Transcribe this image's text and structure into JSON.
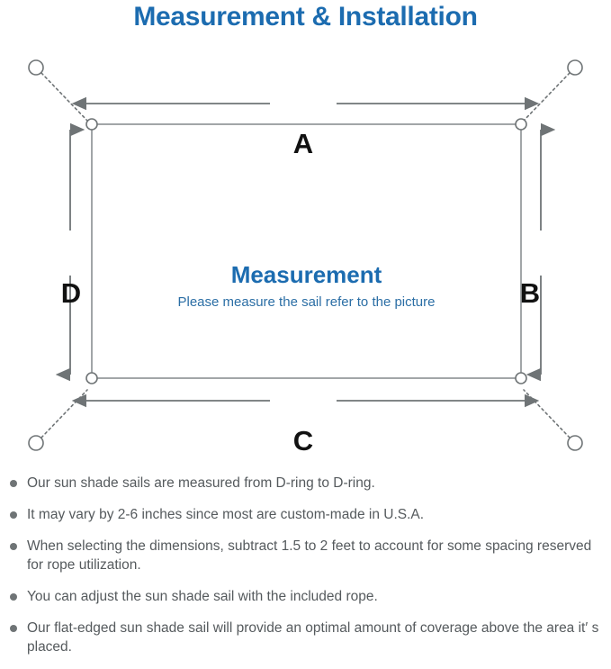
{
  "page": {
    "title": "Measurement & Installation",
    "background_color": "#ffffff",
    "accent_blue": "#1c6cb0",
    "line_gray": "#6f7476",
    "text_gray": "#555a5d"
  },
  "diagram": {
    "center_title": "Measurement",
    "center_subtitle": "Please measure the sail refer to the picture",
    "dimension_labels": {
      "top": "A",
      "right": "B",
      "bottom": "C",
      "left": "D"
    },
    "icons": {
      "corner_ring": "d-ring-icon",
      "anchor_ring": "anchor-ring-icon",
      "rope": "dotted-rope-line",
      "arrow_horizontal": "double-arrow-horizontal-icon",
      "arrow_vertical": "double-arrow-vertical-icon"
    }
  },
  "notes": [
    "Our sun shade sails are measured from D-ring to D-ring.",
    "It may vary by 2-6 inches since most are custom-made in U.S.A.",
    "When selecting the dimensions, subtract 1.5 to 2 feet to account for some spacing reserved for rope utilization.",
    "You can adjust the sun shade sail with the included rope.",
    "Our flat-edged sun shade sail will provide an optimal amount of coverage above the area it′ s placed."
  ]
}
